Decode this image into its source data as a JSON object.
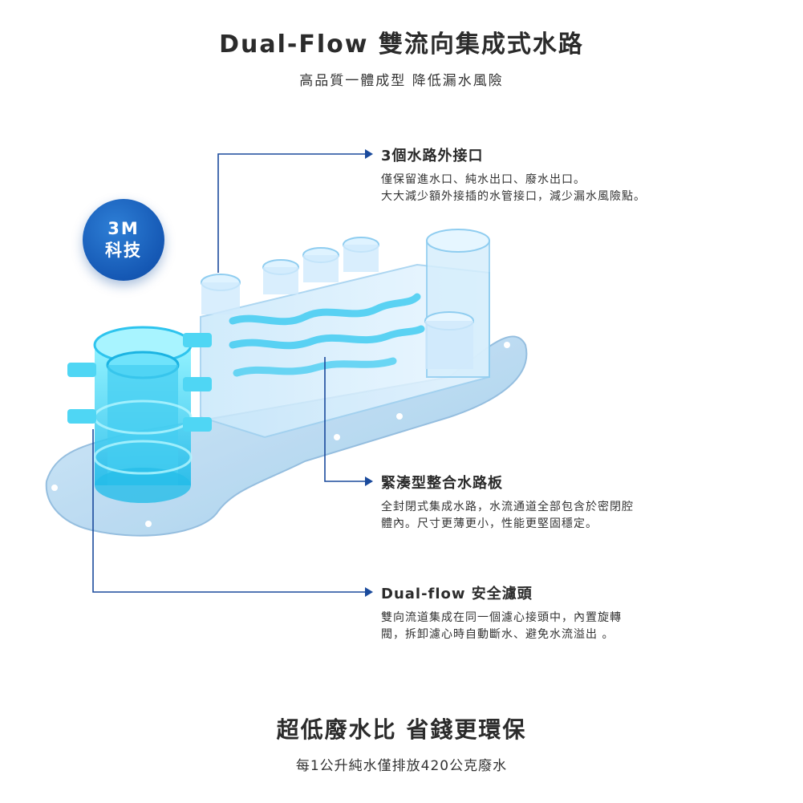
{
  "header": {
    "title": "Dual-Flow 雙流向集成式水路",
    "subtitle": "高品質一體成型 降低漏水風險"
  },
  "badge": {
    "line1": "3M",
    "line2": "科技"
  },
  "callouts": [
    {
      "head": "3個水路外接口",
      "body_line1": "僅保留進水口、純水出口、廢水出口。",
      "body_line2": "大大減少額外接插的水管接口，減少漏水風險點。"
    },
    {
      "head": "緊湊型整合水路板",
      "body_line1": "全封閉式集成水路，水流通道全部包含於密閉腔",
      "body_line2": "體內。尺寸更薄更小，性能更堅固穩定。"
    },
    {
      "head": "Dual-flow 安全濾頭",
      "body_line1": "雙向流道集成在同一個濾心接頭中，內置旋轉",
      "body_line2": "閥，拆卸濾心時自動斷水、避免水流溢出 。"
    }
  ],
  "footer": {
    "title": "超低廢水比 省錢更環保",
    "subtitle": "每1公升純水僅排放420公克廢水"
  },
  "colors": {
    "accent": "#1a4a9c",
    "badge": "#1558b4",
    "cyan": "#3fd3f2",
    "base": "#b9dcf2"
  }
}
